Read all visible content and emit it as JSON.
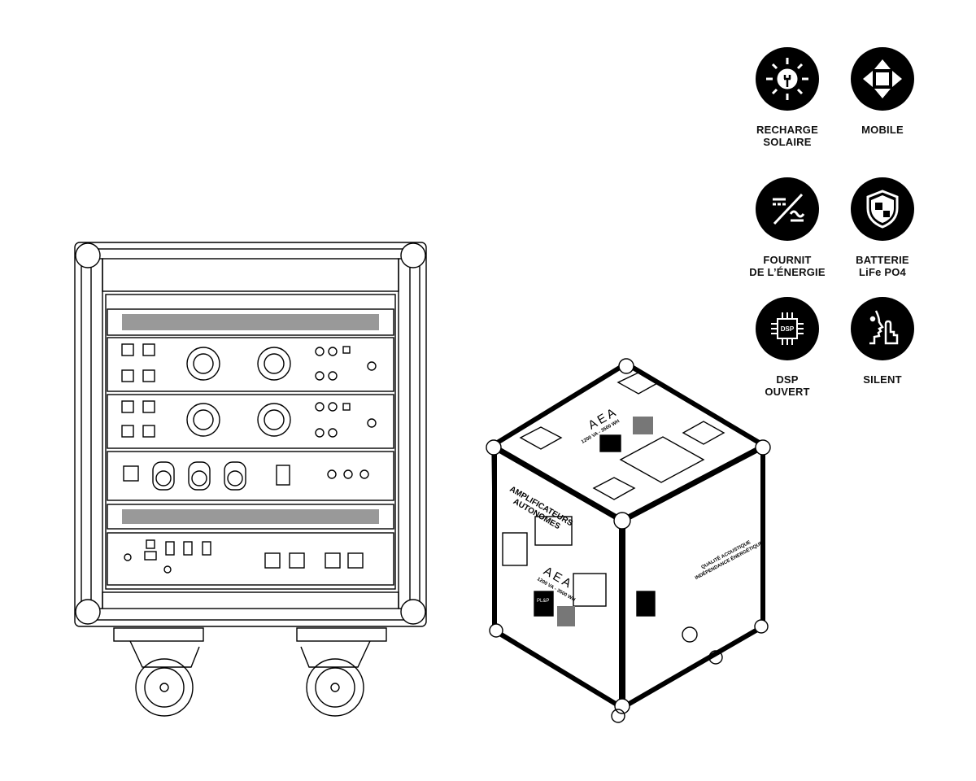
{
  "features": [
    {
      "icon": "solar-plug-icon",
      "lines": [
        "RECHARGE",
        "SOLAIRE"
      ]
    },
    {
      "icon": "move-arrows-icon",
      "lines": [
        "MOBILE"
      ]
    },
    {
      "icon": "dc-ac-converter-icon",
      "lines": [
        "FOURNIT",
        "DE L’ÉNERGIE"
      ]
    },
    {
      "icon": "shield-icon",
      "lines": [
        "BATTERIE",
        "LiFe PO4"
      ]
    },
    {
      "icon": "dsp-chip-icon",
      "lines": [
        "DSP",
        "OUVERT"
      ],
      "chip_text": "DSP"
    },
    {
      "icon": "silent-gesture-icon",
      "lines": [
        "SILENT"
      ]
    }
  ],
  "case": {
    "model": "AEA",
    "spec": "1200 VA - 3500 WH",
    "warning_line1": "AMPLIFICATEURS",
    "warning_line2": "AUTONOMES",
    "side_line1": "QUALITÉ ACOUSTIQUE",
    "side_line2": "INDÉPENDANCE ÉNERGÉTIQUE",
    "brand": "PL&P"
  },
  "colors": {
    "ink": "#000000",
    "paper": "#ffffff"
  }
}
